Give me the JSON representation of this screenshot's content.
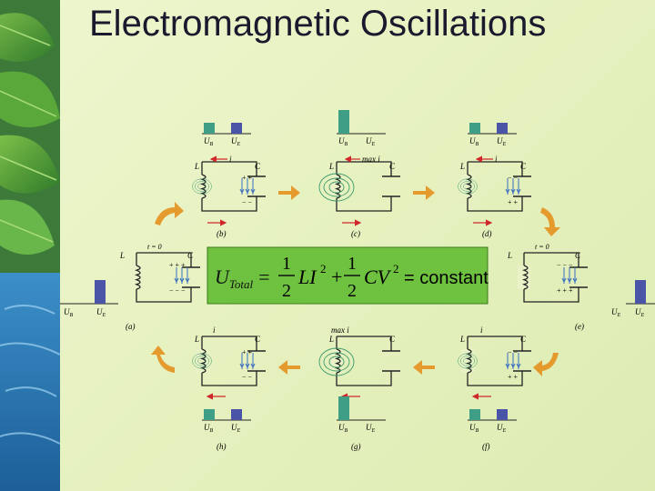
{
  "slide": {
    "title": "Electromagnetic Oscillations",
    "equation": {
      "u": "U",
      "u_sub": "Total",
      "eq": "=",
      "frac1_num": "1",
      "frac1_den": "2",
      "mid1": "LI",
      "sq1": "2",
      "plus": "+",
      "frac2_num": "1",
      "frac2_den": "2",
      "mid2": "CV",
      "sq2": "2",
      "tail": "= constant"
    },
    "labels": {
      "ub": "U",
      "ub_sub": "B",
      "ue": "U",
      "ue_sub": "E",
      "L": "L",
      "C": "C",
      "i": "i",
      "max_i": "max i",
      "t0": "t = 0",
      "panel_a": "(a)",
      "panel_b": "(b)",
      "panel_c": "(c)",
      "panel_d": "(d)",
      "panel_e": "(e)",
      "panel_f": "(f)",
      "panel_g": "(g)",
      "panel_h": "(h)"
    },
    "colors": {
      "energy_b": "#3f9e86",
      "energy_e": "#4b55a8",
      "equation_bg": "#6ec23f",
      "circuit": "#222222",
      "arrow_red": "#d0282a",
      "arrow_orange": "#e59a2e",
      "field_green": "#3c9a6a",
      "field_blue": "#3a6ec2"
    }
  }
}
